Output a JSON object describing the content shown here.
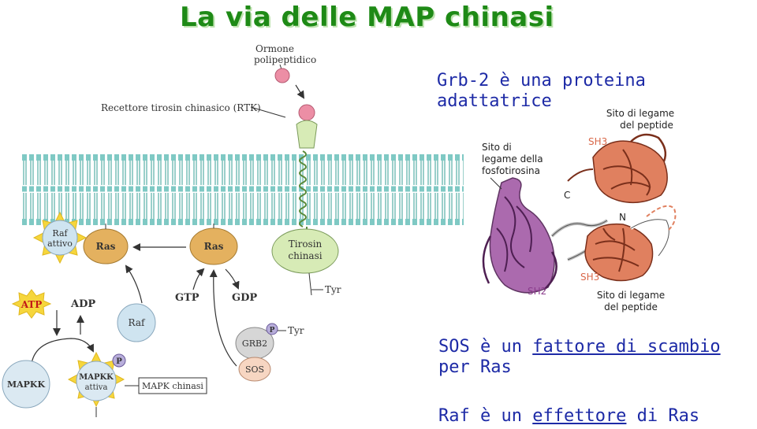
{
  "title": "La via delle MAP chinasi",
  "right": {
    "grb2_heading": "Grb-2 è una proteina adattatrice",
    "sos_line1_prefix": "SOS è un ",
    "sos_line1_link": "fattore di scambio",
    "sos_line2": "per Ras",
    "raf_prefix": "Raf è un ",
    "raf_link": "effettore",
    "raf_suffix": " di Ras"
  },
  "pathway": {
    "hormone": [
      "Ormone",
      "polipeptidico"
    ],
    "rtk": "Recettore tirosin chinasico (RTK)",
    "raf_active": [
      "Raf",
      "attivo"
    ],
    "ras1": "Ras",
    "ras2": "Ras",
    "tyrosine_kinase": [
      "Tirosin",
      "chinasi"
    ],
    "tyr1": "Tyr",
    "tyr2": "Tyr",
    "atp": "ATP",
    "adp": "ADP",
    "gtp": "GTP",
    "gdp": "GDP",
    "raf": "Raf",
    "grb2": "GRB2",
    "sos": "SOS",
    "mapkk": "MAPKK",
    "mapkk_active": [
      "MAPKK",
      "attiva"
    ],
    "mapk_kinase": "MAPK chinasi",
    "phospho": "P"
  },
  "protein": {
    "site_phospho": [
      "Sito di",
      "legame della",
      "fosfotirosina"
    ],
    "site_peptide_top": [
      "Sito di legame",
      "del peptide"
    ],
    "site_peptide_bottom": [
      "Sito di legame",
      "del peptide"
    ],
    "sh3_top": "SH3",
    "sh3_bottom": "SH3",
    "sh2": "SH2",
    "c_term": "C",
    "n_term": "N"
  },
  "colors": {
    "title_green": "#1e8a16",
    "text_blue": "#1d2aa6",
    "membrane_teal": "#7fc9c4",
    "membrane_head": "#9fd5cf",
    "ras_orange": "#e4b15f",
    "raf_blue": "#cfe4f0",
    "kinase_green": "#d7ebb6",
    "star_yellow": "#f6d63c",
    "hormone_pink": "#ec8ea5",
    "sh2_purple": "#8a3c8c",
    "sh3_orange": "#d9684a"
  }
}
